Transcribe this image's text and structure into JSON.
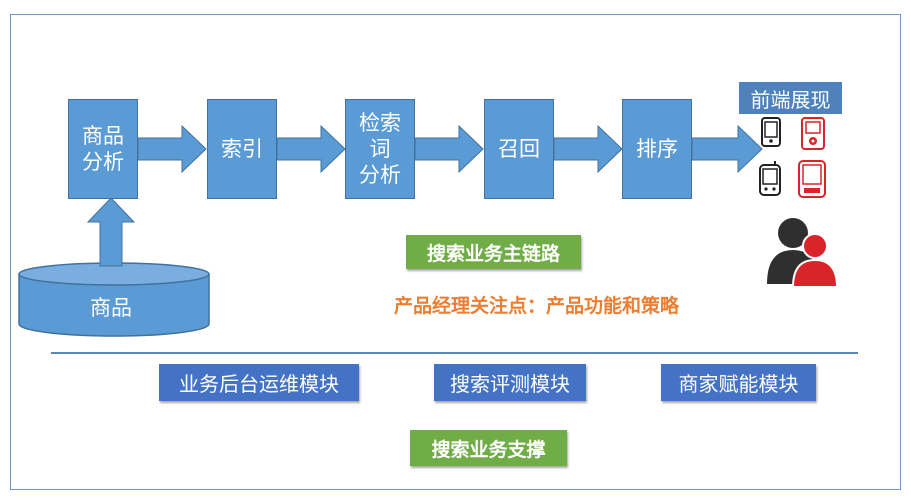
{
  "pipeline": {
    "product_analysis": "商品\n分析",
    "index": "索引",
    "query_analysis": "检索\n词\n分析",
    "recall": "召回",
    "ranking": "排序",
    "frontend_display": "前端展现"
  },
  "products_source": "商品",
  "main_chain_label": "搜索业务主链路",
  "pm_focus_text": "产品经理关注点：产品功能和策略",
  "support_modules": {
    "backend_ops": "业务后台运维模块",
    "search_eval": "搜索评测模块",
    "merchant_enable": "商家赋能模块"
  },
  "support_label": "搜索业务支撑",
  "colors": {
    "box_fill": "#5b9bd5",
    "module_fill": "#4472c4",
    "green_label": "#70ad47",
    "focus_text": "#ed7d31",
    "phone_red": "#d9252a"
  },
  "icons": [
    "phone-icon",
    "tablet-icon",
    "user-group-icon"
  ]
}
